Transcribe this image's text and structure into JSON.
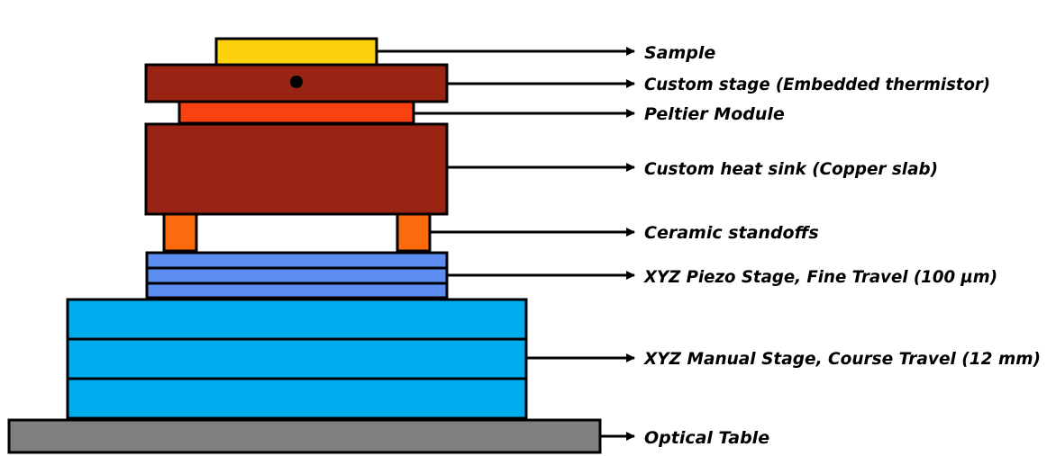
{
  "diagram": {
    "colors": {
      "sample": "#fdd10b",
      "custom_stage": "#992414",
      "peltier": "#fa4112",
      "heat_sink": "#992414",
      "standoff": "#fd6a0e",
      "piezo": "#5b8ef0",
      "manual_stage": "#00adef",
      "optical_table": "#7f7f7f",
      "thermistor": "#000000"
    },
    "labels": {
      "sample": "Sample",
      "custom_stage": "Custom stage (Embedded thermistor)",
      "peltier": "Peltier Module",
      "heat_sink": "Custom heat sink (Copper slab)",
      "standoffs": "Ceramic standoffs",
      "piezo": "XYZ Piezo Stage, Fine Travel (100 µm)",
      "manual_stage": "XYZ Manual Stage, Course Travel (12 mm)",
      "optical_table": "Optical Table"
    }
  }
}
